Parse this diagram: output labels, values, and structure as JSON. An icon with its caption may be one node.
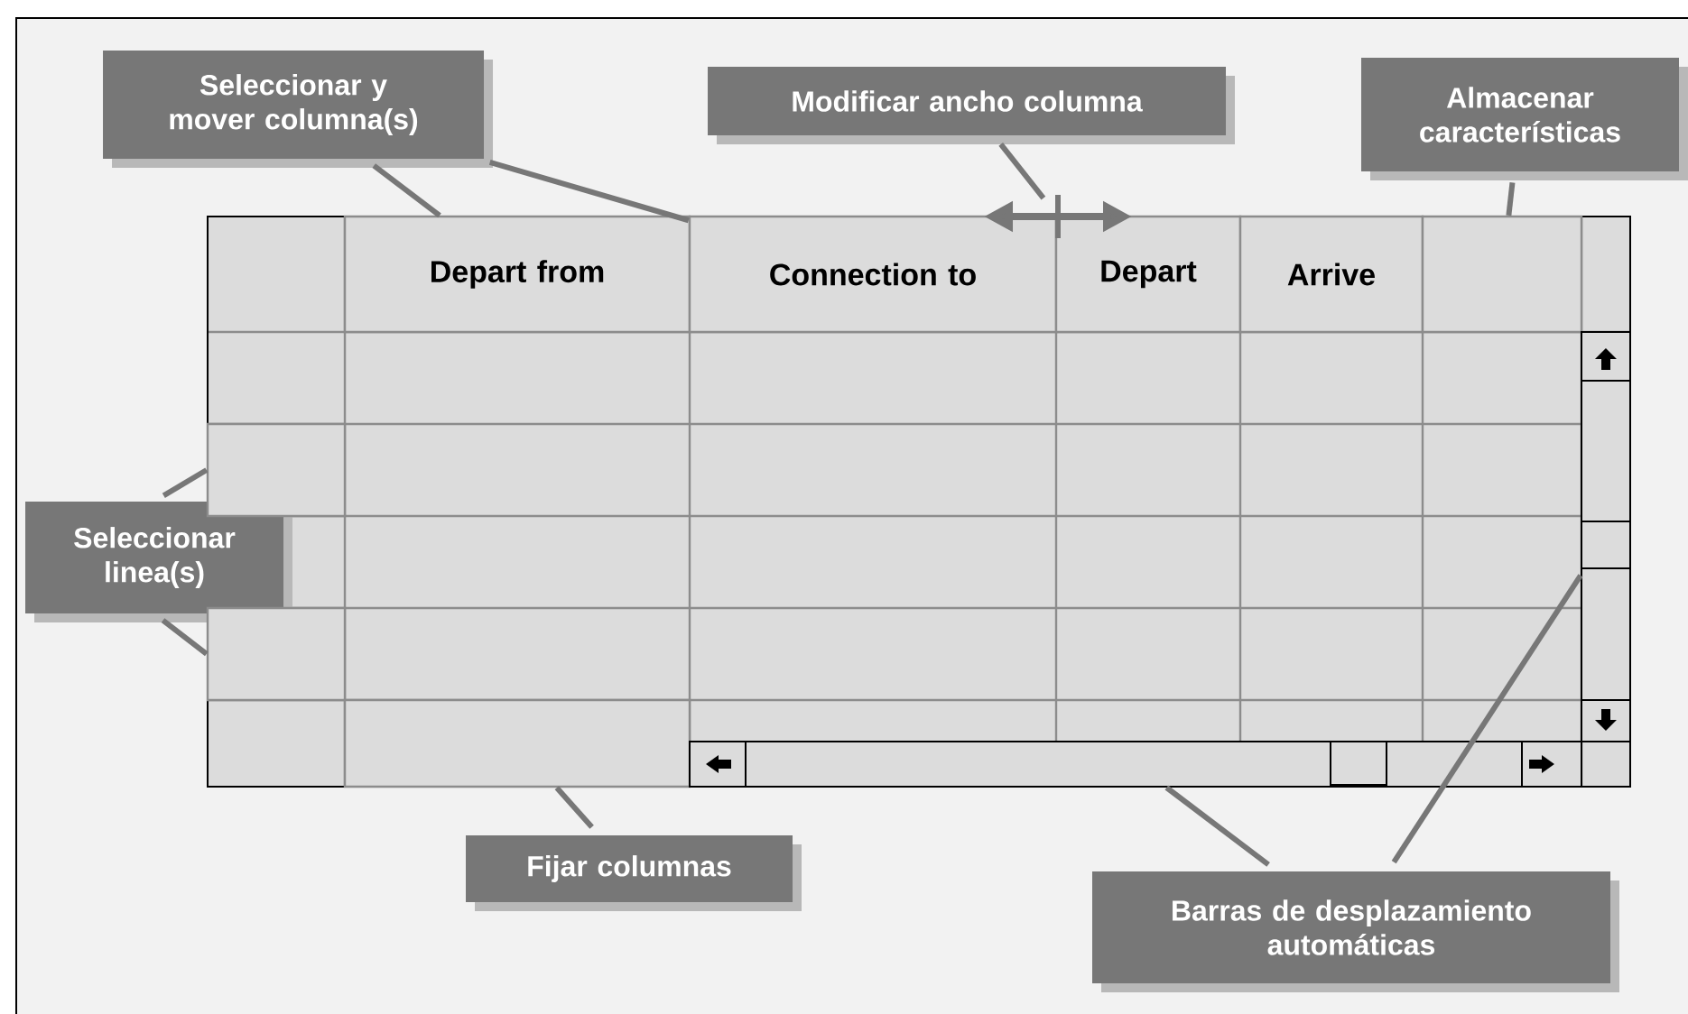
{
  "diagram": {
    "nodes": [
      {
        "text": [
          "Seleccionar y mover columna(s)"
        ]
      },
      {
        "text": [
          "Modificar ancho columna"
        ]
      },
      {
        "text": [
          "Almacenar características"
        ]
      },
      {
        "text": [
          "Seleccionar linea(s)"
        ]
      },
      {
        "text": [
          "Fijar columnas"
        ]
      },
      {
        "text": [
          "Barras de desplazamiento automáticas"
        ]
      },
      {
        "text": [
          "Depart from"
        ]
      },
      {
        "text": [
          "Connection to"
        ]
      },
      {
        "text": [
          "Depart"
        ]
      },
      {
        "text": [
          "Arrive"
        ]
      },
      {
        "text": [],
        "shape": "box"
      },
      {
        "text": [],
        "shape": "box"
      },
      {
        "text": [],
        "shape": "box"
      },
      {
        "text": [],
        "shape": "box"
      },
      {
        "text": [],
        "shape": "bar"
      },
      {
        "text": [],
        "shape": "bar"
      },
      {
        "text": [],
        "shape": "arrow"
      }
    ],
    "edges": [
      {
        "from": 0,
        "to": 6,
        "arrow": "none"
      },
      {
        "from": 0,
        "to": 7,
        "arrow": "none"
      },
      {
        "from": 1,
        "to": 16,
        "arrow": "none"
      },
      {
        "from": 2,
        "to": 10,
        "arrow": "none"
      },
      {
        "from": 3,
        "to": 11,
        "arrow": "none"
      },
      {
        "from": 3,
        "to": 12,
        "arrow": "none"
      },
      {
        "from": 4,
        "to": 13,
        "arrow": "none"
      },
      {
        "from": 5,
        "to": 14,
        "arrow": "none"
      },
      {
        "from": 5,
        "to": 15,
        "arrow": "none"
      }
    ]
  }
}
